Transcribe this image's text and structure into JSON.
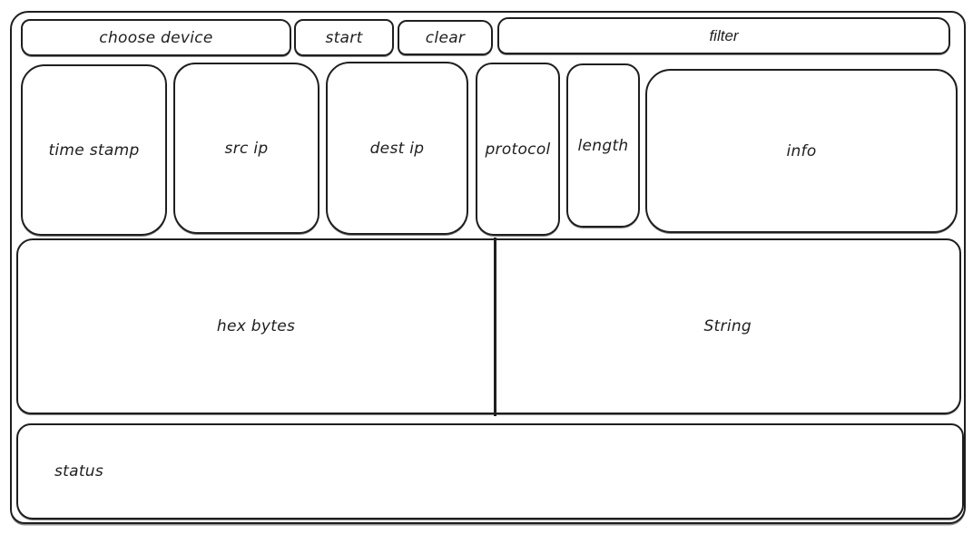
{
  "colors": {
    "stroke": "#1e1e1e",
    "background": "#ffffff"
  },
  "toolbar": {
    "choose_device": "choose device",
    "start": "start",
    "clear": "clear",
    "filter": "filter"
  },
  "packet_table": {
    "columns": [
      {
        "label": "time stamp"
      },
      {
        "label": "src ip"
      },
      {
        "label": "dest ip"
      },
      {
        "label": "protocol"
      },
      {
        "label": "length"
      },
      {
        "label": "info"
      }
    ]
  },
  "detail_panes": {
    "hex": "hex bytes",
    "string": "String"
  },
  "status_bar": {
    "label": "status"
  }
}
